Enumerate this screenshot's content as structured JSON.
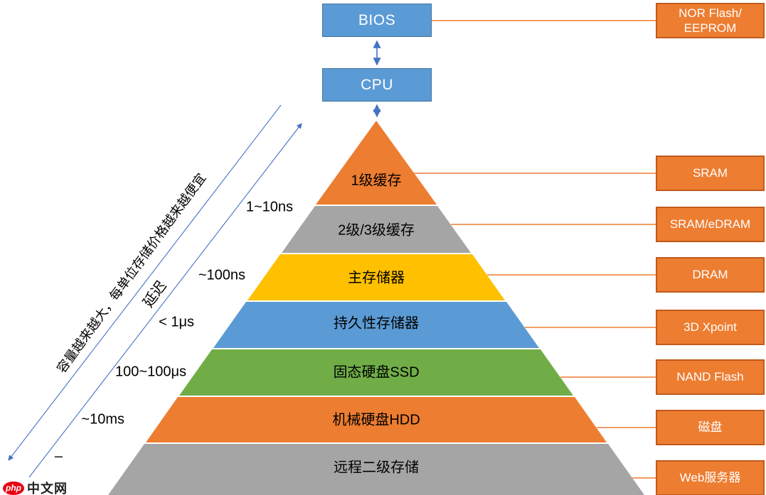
{
  "flow": {
    "bios_label": "BIOS",
    "cpu_label": "CPU"
  },
  "pyramid": {
    "layers": [
      {
        "label": "1级缓存",
        "color": "#ED7D31"
      },
      {
        "label": "2级/3级缓存",
        "color": "#A5A5A5"
      },
      {
        "label": "主存储器",
        "color": "#FFC000"
      },
      {
        "label": "持久性存储器",
        "color": "#5B9BD5"
      },
      {
        "label": "固态硬盘SSD",
        "color": "#70AD47"
      },
      {
        "label": "机械硬盘HDD",
        "color": "#ED7D31"
      },
      {
        "label": "远程二级存储",
        "color": "#A5A5A5"
      }
    ]
  },
  "right_labels": [
    {
      "label": "NOR Flash/\nEEPROM"
    },
    {
      "label": "SRAM"
    },
    {
      "label": "SRAM/eDRAM"
    },
    {
      "label": "DRAM"
    },
    {
      "label": "3D Xpoint"
    },
    {
      "label": "NAND Flash"
    },
    {
      "label": "磁盘"
    },
    {
      "label": "Web服务器"
    }
  ],
  "axes": {
    "capacity_label": "容量越来越大，每单位存储价格越来越便宜",
    "latency_label": "延迟",
    "latency_ticks": [
      "1~10ns",
      "~100ns",
      "< 1μs",
      "100~100μs",
      "~10ms",
      "–"
    ]
  },
  "logo": {
    "badge": "php",
    "site": "中文网"
  },
  "colors": {
    "flow_box_fill": "#5B9BD5",
    "flow_box_border": "#41719C",
    "label_box_fill": "#ED7D31",
    "label_box_border": "#C05A1C",
    "connector_orange": "#ED7D31",
    "arrow_blue": "#4472C4",
    "logo_red": "#E60012"
  }
}
